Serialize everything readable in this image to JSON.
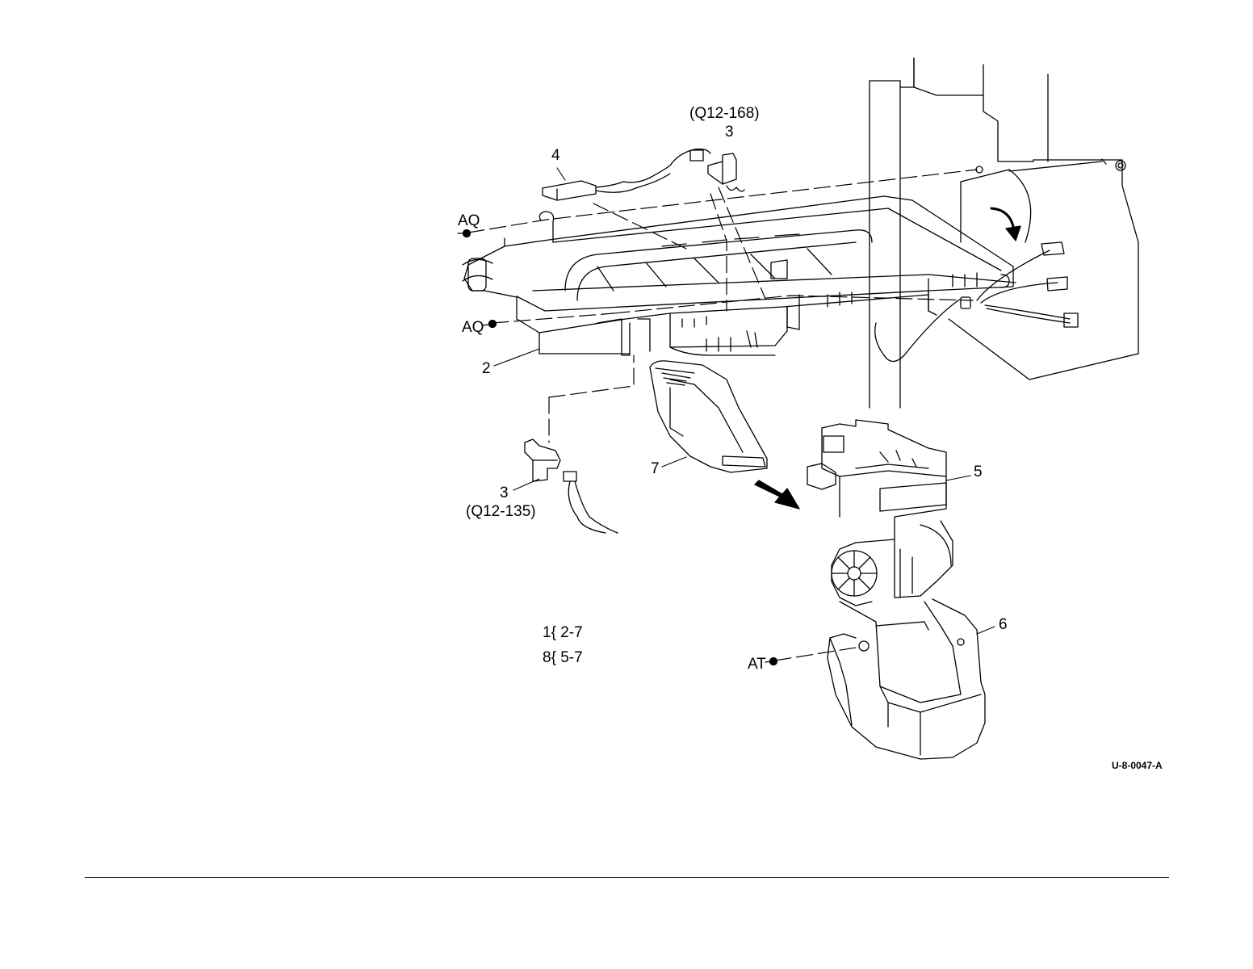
{
  "diagram": {
    "callouts": {
      "sensor_upper_ref": "(Q12-168)",
      "sensor_upper": "3",
      "part_4": "4",
      "part_2": "2",
      "part_7": "7",
      "part_5": "5",
      "part_6": "6",
      "sensor_lower": "3",
      "sensor_lower_ref": "(Q12-135)",
      "connector_aq_top": "AQ",
      "connector_aq_bottom": "AQ",
      "connector_at": "AT"
    },
    "kit_notes": [
      "1{ 2-7",
      "8{ 5-7"
    ],
    "figure_id": "U-8-0047-A"
  },
  "colors": {
    "line": "#000000",
    "background": "#ffffff"
  }
}
